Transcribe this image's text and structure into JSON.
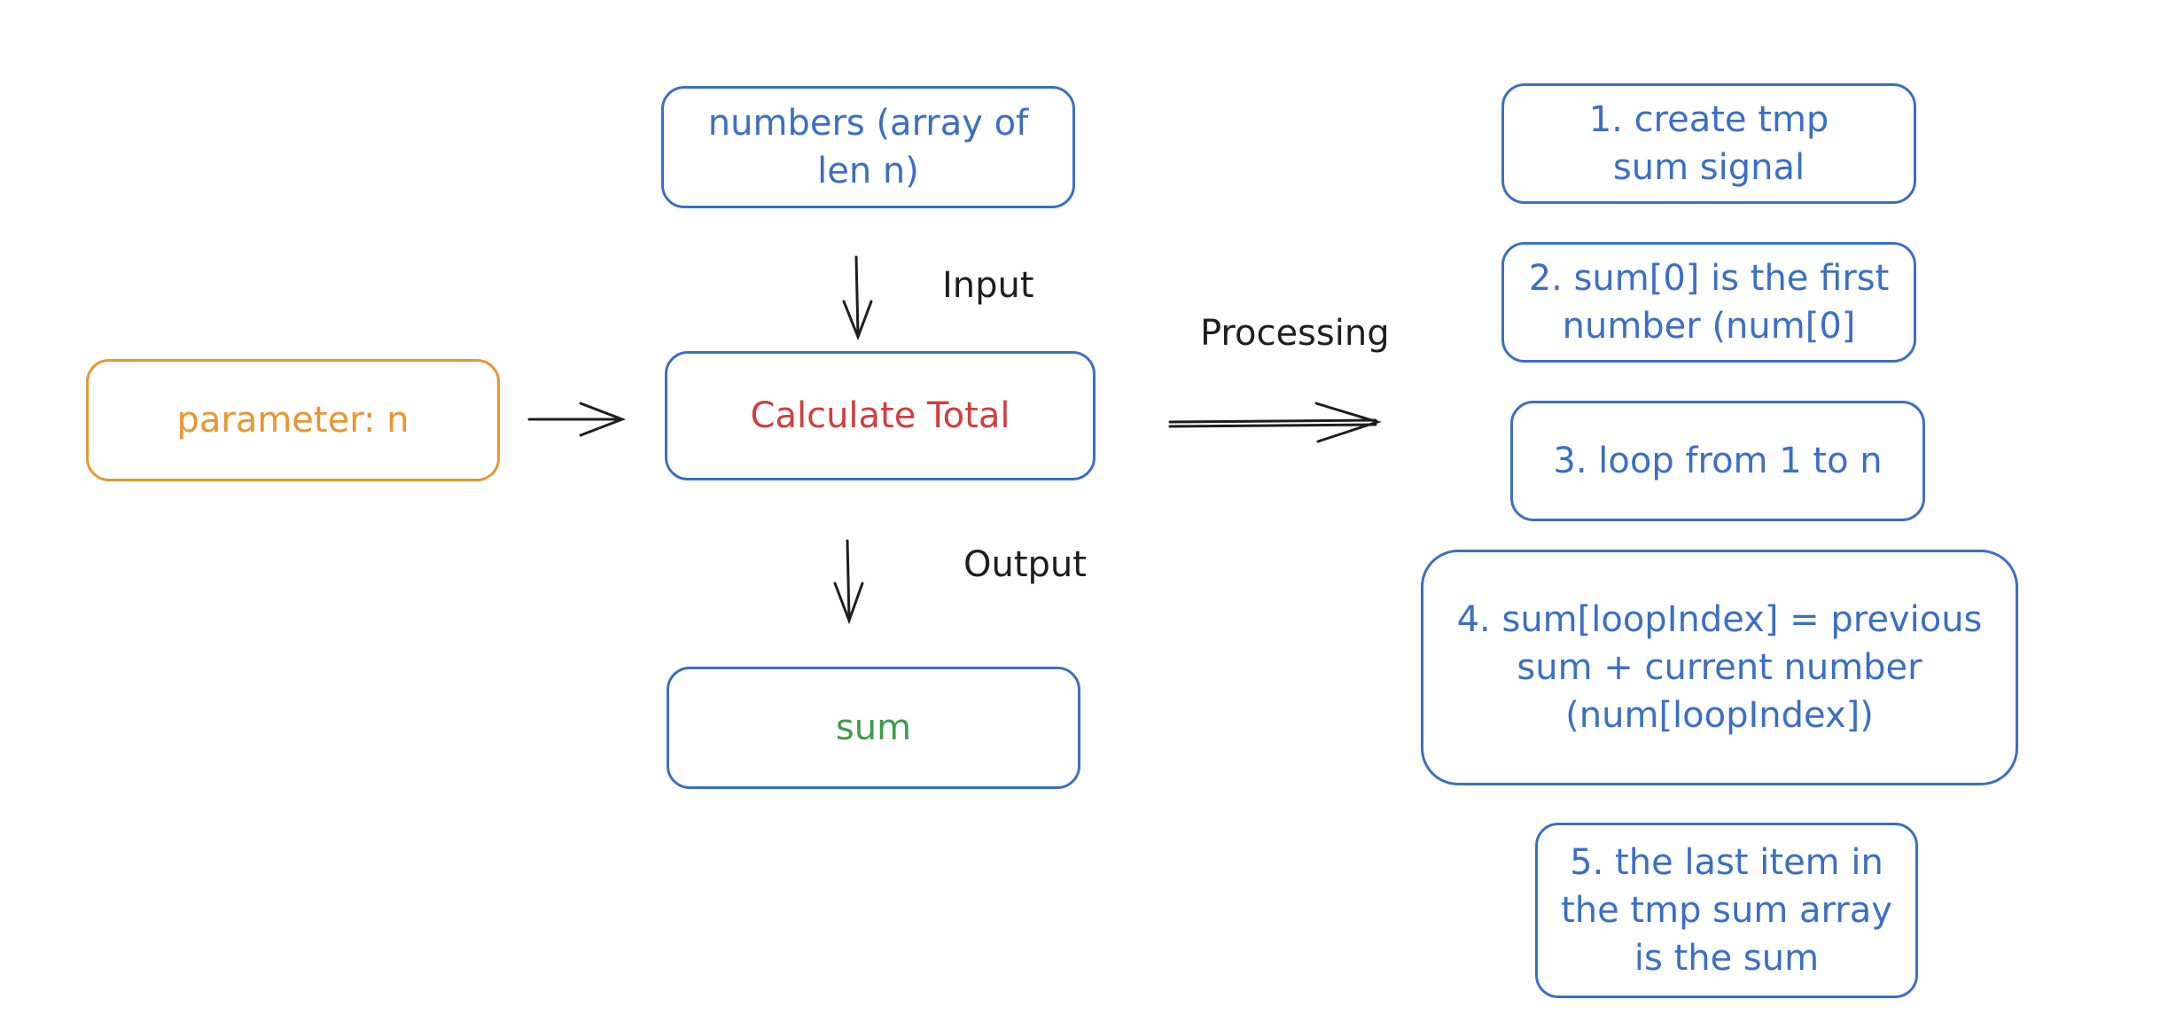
{
  "nodes": {
    "parameter": "parameter: n",
    "numbers": "numbers (array of len n)",
    "calculate": "Calculate Total",
    "sum": "sum"
  },
  "labels": {
    "input": "Input",
    "output": "Output",
    "processing": "Processing"
  },
  "steps": [
    "1. create tmp sum signal",
    "2. sum[0] is the first number (num[0]",
    "3. loop from 1 to n",
    "4. sum[loopIndex] = previous sum + current number (num[loopIndex])",
    "5. the last item in the tmp sum array is the sum"
  ],
  "colors": {
    "box_border": "#3a6fc4",
    "step_text": "#3a6fc4",
    "parameter": "#e8962f",
    "calculate": "#d43c3c",
    "sum": "#3f9b4a",
    "label": "#1e1e1e"
  }
}
